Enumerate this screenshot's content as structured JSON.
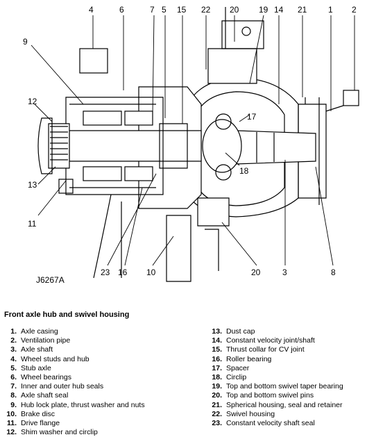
{
  "figure_code": "J6267A",
  "callouts": [
    "4",
    "6",
    "7",
    "5",
    "15",
    "22",
    "20",
    "19",
    "14",
    "21",
    "1",
    "2",
    "9",
    "12",
    "17",
    "18",
    "13",
    "11",
    "23",
    "16",
    "10",
    "20",
    "3",
    "8"
  ],
  "caption": "Front axle hub and swivel housing",
  "legend_left": [
    {
      "num": "1.",
      "text": "Axle casing"
    },
    {
      "num": "2.",
      "text": "Ventilation pipe"
    },
    {
      "num": "3.",
      "text": "Axle shaft"
    },
    {
      "num": "4.",
      "text": "Wheel studs and hub"
    },
    {
      "num": "5.",
      "text": "Stub axle"
    },
    {
      "num": "6.",
      "text": "Wheel bearings"
    },
    {
      "num": "7.",
      "text": "Inner and outer hub seals"
    },
    {
      "num": "8.",
      "text": "Axle shaft seal"
    },
    {
      "num": "9.",
      "text": "Hub lock plate, thrust washer and nuts"
    },
    {
      "num": "10.",
      "text": "Brake disc"
    },
    {
      "num": "11.",
      "text": "Drive flange"
    },
    {
      "num": "12.",
      "text": "Shim washer and circlip"
    }
  ],
  "legend_right": [
    {
      "num": "13.",
      "text": "Dust cap"
    },
    {
      "num": "14.",
      "text": "Constant velocity joint/shaft"
    },
    {
      "num": "15.",
      "text": "Thrust collar for CV joint"
    },
    {
      "num": "16.",
      "text": "Roller bearing"
    },
    {
      "num": "17.",
      "text": "Spacer"
    },
    {
      "num": "18.",
      "text": "Circlip"
    },
    {
      "num": "19.",
      "text": "Top and bottom swivel taper bearing"
    },
    {
      "num": "20.",
      "text": "Top and bottom swivel pins"
    },
    {
      "num": "21.",
      "text": "Spherical housing, seal and retainer"
    },
    {
      "num": "22.",
      "text": "Swivel housing"
    },
    {
      "num": "23.",
      "text": "Constant velocity shaft seal"
    }
  ]
}
